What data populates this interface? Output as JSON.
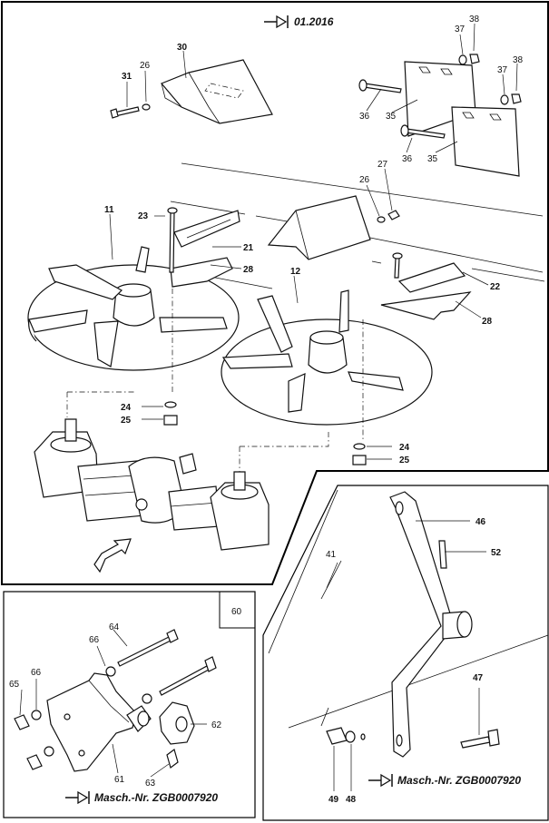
{
  "top_panel": {
    "note": "01.2016",
    "labels": {
      "p30": "30",
      "p31": "31",
      "p26a": "26",
      "p37a": "37",
      "p38a": "38",
      "p37b": "37",
      "p38b": "38",
      "p36a": "36",
      "p35a": "35",
      "p36b": "36",
      "p35b": "35",
      "p27": "27",
      "p26b": "26",
      "p11": "11",
      "p23": "23",
      "p21": "21",
      "p28a": "28",
      "p12": "12",
      "p22": "22",
      "p28b": "28",
      "p24a": "24",
      "p25a": "25",
      "p24b": "24",
      "p25b": "25"
    }
  },
  "bottom_left_panel": {
    "box_label": "60",
    "note": "Masch.-Nr. ZGB0007920",
    "labels": {
      "p64": "64",
      "p66a": "66",
      "p66b": "66",
      "p65": "65",
      "p62": "62",
      "p61": "61",
      "p63": "63"
    }
  },
  "bottom_right_panel": {
    "note": "Masch.-Nr. ZGB0007920",
    "labels": {
      "p46": "46",
      "p41": "41",
      "p52": "52",
      "p47": "47",
      "p49": "49",
      "p48": "48"
    }
  }
}
